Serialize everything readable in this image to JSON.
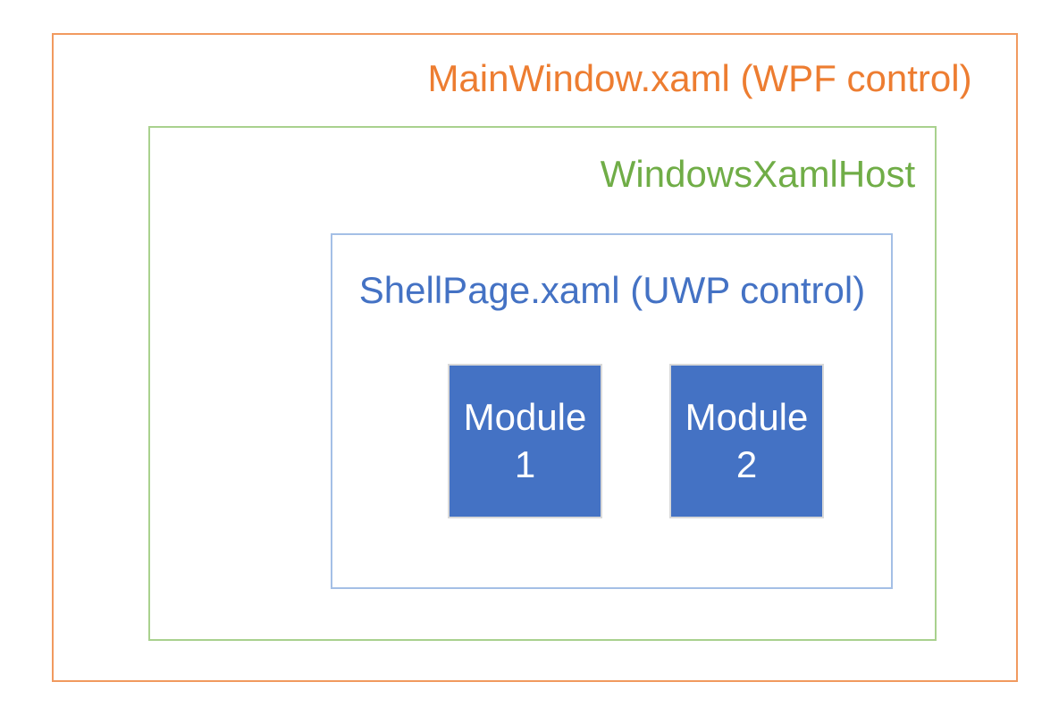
{
  "diagram": {
    "background": "#FFFFFF",
    "layers": [
      {
        "id": "mainwindow",
        "label": "MainWindow.xaml (WPF control)",
        "text_color": "#ED7D31",
        "border_color": "#F19A5F"
      },
      {
        "id": "windowsxamlhost",
        "label": "WindowsXamlHost",
        "text_color": "#70AD47",
        "border_color": "#A9D18E"
      },
      {
        "id": "shellpage",
        "label": "ShellPage.xaml (UWP control)",
        "text_color": "#4472C4",
        "border_color": "#A4BFE6"
      }
    ],
    "modules": [
      {
        "lines": [
          "Module",
          "1"
        ]
      },
      {
        "lines": [
          "Module",
          "2"
        ]
      }
    ],
    "module_style": {
      "fill": "#4472C4",
      "border_color": "#D9D9D9",
      "text_color": "#FFFFFF"
    }
  }
}
